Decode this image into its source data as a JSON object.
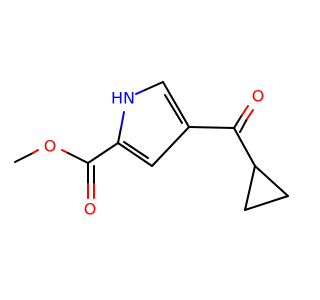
{
  "molecule": {
    "atoms": {
      "nh": "HN",
      "o_ketone": "O",
      "o_ester_single": "O",
      "o_ester_double": "O"
    },
    "colors": {
      "carbon": "#000000",
      "oxygen": "#ff0000",
      "nitrogen": "#0000ff",
      "background": "#ffffff"
    }
  }
}
